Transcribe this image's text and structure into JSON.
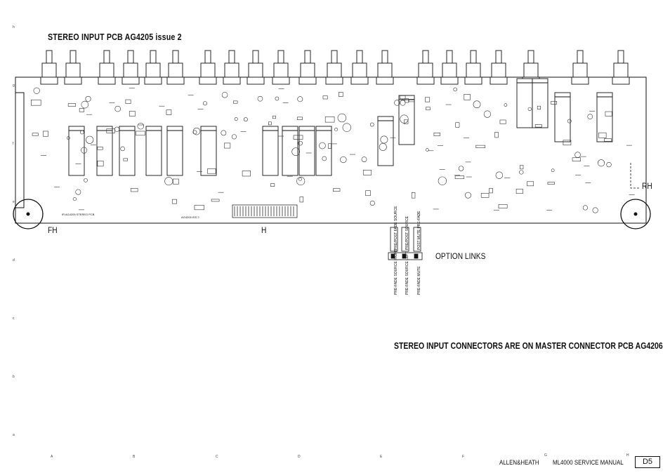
{
  "title": "STEREO INPUT PCB  AG4205 issue 2",
  "markers": {
    "fh": "FH",
    "h": "H",
    "rh": "RH"
  },
  "option_links": {
    "heading": "OPTION LINKS",
    "jumper_top": [
      "PRE/POST FADE SOURCE",
      "PRE/POST SOURCE",
      "POST MUTE PRE-FADE"
    ],
    "jumper_bottom": [
      "PRE-FADE SOURCE RIGHT",
      "PRE-FADE SOURCE LEFT",
      "PRE-FADE MUTE"
    ]
  },
  "note": "STEREO INPUT CONNECTORS ARE ON MASTER CONNECTOR PCB AG4206",
  "grid": {
    "columns": [
      "A",
      "B",
      "C",
      "D",
      "E",
      "F",
      "G",
      "H"
    ],
    "rows": [
      "h",
      "g",
      "f",
      "e",
      "d",
      "c",
      "b",
      "a"
    ]
  },
  "footer": {
    "brand": "ALLEN&HEATH",
    "manual": "ML4000 SERVICE MANUAL",
    "page": "D5"
  },
  "board_labels": {
    "left_code": "IR AG4205 STEREO PCB",
    "mid_code": "AG4205 ISS 2"
  }
}
